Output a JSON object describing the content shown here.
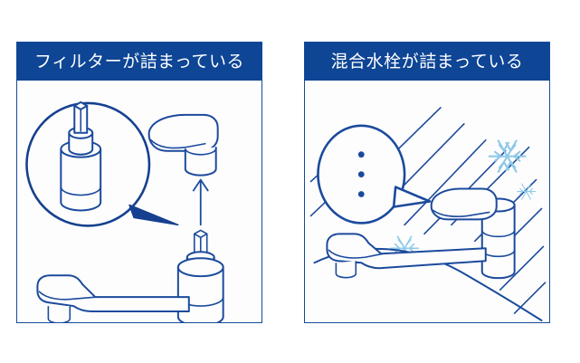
{
  "figure": {
    "background_color": "#ffffff",
    "line_color": "#1b4a9c",
    "title_bar_color": "#0e4595",
    "title_text_color": "#ffffff",
    "border_color": "#164a9a",
    "snowflake_color": "#8ecae8"
  },
  "panels": [
    {
      "id": "filter",
      "title": "フィルターが詰まっている",
      "illustration": {
        "name": "faucet-filter-cartridge-diagram",
        "elements": [
          "magnifier-circle",
          "cartridge-closeup",
          "detached-lever-handle",
          "up-arrow",
          "faucet-body-with-spout",
          "cartridge-on-faucet"
        ]
      }
    },
    {
      "id": "mixer",
      "title": "混合水栓が詰まっている",
      "illustration": {
        "name": "frozen-mixer-faucet-diagram",
        "elements": [
          "speech-bubble-ellipsis",
          "cold-draft-lines",
          "snowflake-large",
          "snowflake-small",
          "snowflake-lower",
          "mixer-faucet",
          "countertop-curve"
        ],
        "speech_bubble_dots": 3,
        "snowflake_count": 3
      }
    }
  ]
}
